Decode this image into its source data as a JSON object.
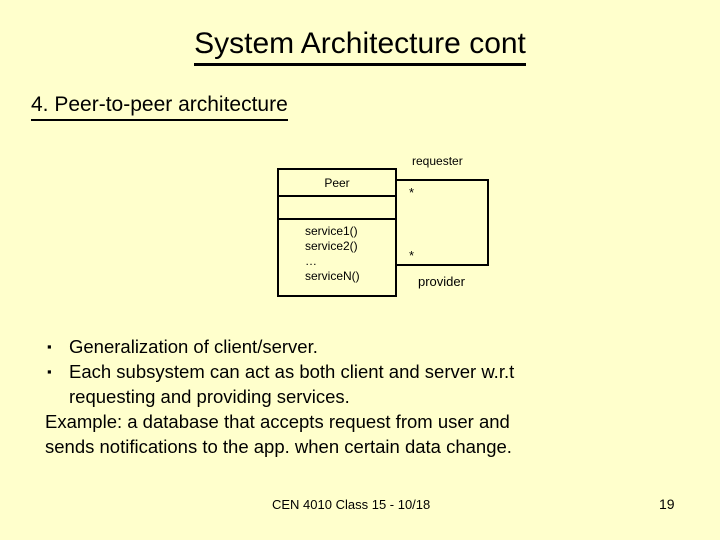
{
  "slide": {
    "background_color": "#ffffcc",
    "text_color": "#000000",
    "title": "System Architecture cont",
    "subtitle": "4. Peer-to-peer architecture"
  },
  "diagram": {
    "type": "uml-class-diagram",
    "class_name": "Peer",
    "attributes": [],
    "operations": [
      "service1()",
      "service2()",
      "…",
      "serviceN()"
    ],
    "association": {
      "role_top": "requester",
      "role_bottom": "provider",
      "multiplicity_top": "*",
      "multiplicity_bottom": "*"
    }
  },
  "body": {
    "bullets": [
      {
        "marker": "▪",
        "text": "Generalization of client/server."
      },
      {
        "marker": "▪",
        "text": "Each subsystem can act as both client and server w.r.t"
      }
    ],
    "bullet2_continuation": "requesting and providing services.",
    "paragraph_line1": "Example: a database that accepts request from user and",
    "paragraph_line2": "sends notifications to the app. when certain data change."
  },
  "footer": {
    "course": "CEN 4010 Class 15 - 10/18",
    "page_number": "19"
  }
}
